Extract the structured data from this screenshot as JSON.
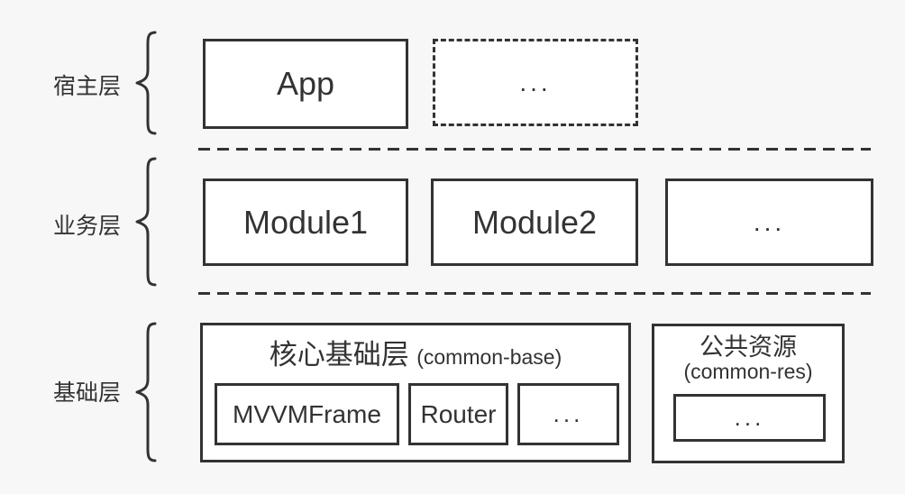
{
  "diagram": {
    "layers": {
      "host": {
        "label": "宿主层"
      },
      "business": {
        "label": "业务层"
      },
      "base": {
        "label": "基础层"
      }
    },
    "host_layer": {
      "app_box": "App",
      "more_box": "..."
    },
    "business_layer": {
      "module1_box": "Module1",
      "module2_box": "Module2",
      "more_box": "..."
    },
    "base_layer": {
      "common_base": {
        "title_cn": "核心基础层",
        "title_en": "(common-base)",
        "mvvm_box": "MVVMFrame",
        "router_box": "Router",
        "more_box": "..."
      },
      "common_res": {
        "title_cn": "公共资源",
        "title_en": "(common-res)",
        "more_box": "..."
      }
    },
    "colors": {
      "background": "#f7f7f7",
      "box_fill": "#ffffff",
      "line": "#333333",
      "text": "#333333"
    }
  }
}
